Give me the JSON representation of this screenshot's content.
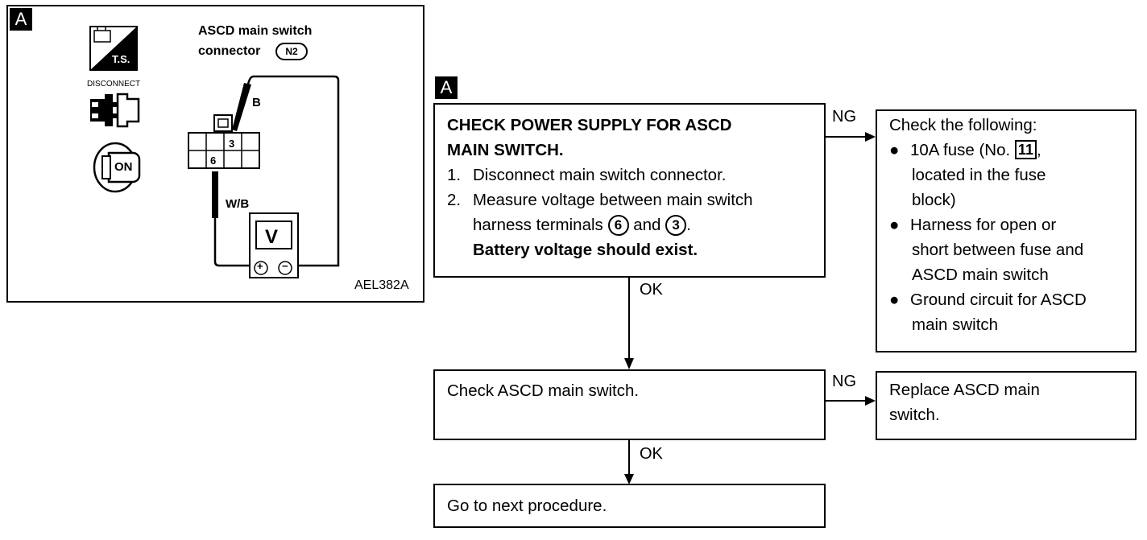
{
  "figure": {
    "tag": "A",
    "connector_title_line1": "ASCD main switch",
    "connector_title_line2": "connector",
    "connector_code": "N2",
    "ts_label": "T.S.",
    "disconnect_label": "DISCONNECT",
    "ignition_label": "ON",
    "terminal_3": "3",
    "terminal_6": "6",
    "wire_b": "B",
    "wire_wb": "W/B",
    "meter_label": "V",
    "meter_plus": "+",
    "meter_minus": "−",
    "figure_id": "AEL382A"
  },
  "flow": {
    "tag": "A",
    "step1": {
      "title_line1": "CHECK POWER SUPPLY FOR ASCD",
      "title_line2": "MAIN SWITCH.",
      "item1_num": "1.",
      "item1": "Disconnect main switch connector.",
      "item2_num": "2.",
      "item2_line1": "Measure voltage between main switch",
      "item2_line2a": "harness terminals",
      "item2_t1": "6",
      "item2_and": "and",
      "item2_t2": "3",
      "item2_end": ".",
      "item2_line3": "Battery voltage should exist."
    },
    "ng1": "NG",
    "ok1": "OK",
    "check1": {
      "title": "Check the following:",
      "b1_a": "10A fuse (No.",
      "b1_fuse": "11",
      "b1_b": ",",
      "b1_line2": "located in the fuse",
      "b1_line3": "block)",
      "b2_line1": "Harness for open or",
      "b2_line2": "short between fuse and",
      "b2_line3": "ASCD main switch",
      "b3_line1": "Ground circuit for ASCD",
      "b3_line2": "main switch"
    },
    "step2": "Check ASCD main switch.",
    "ng2": "NG",
    "ok2": "OK",
    "replace_line1": "Replace ASCD main",
    "replace_line2": "switch.",
    "next": "Go to next procedure."
  }
}
